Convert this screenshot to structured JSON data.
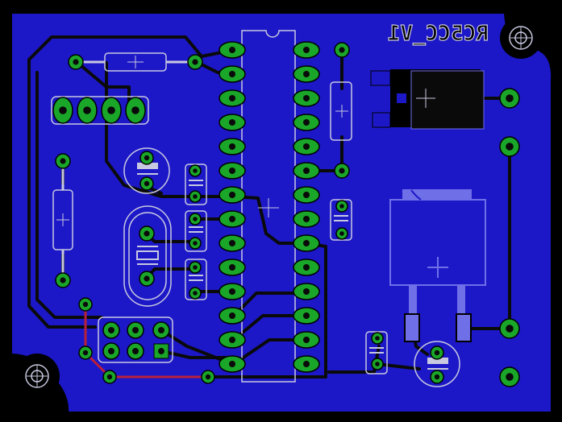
{
  "board": {
    "title": "RC5CC_V1",
    "colors": {
      "background": "#000000",
      "copper_fill": "#1c18c8",
      "trace": "#0a0a0a",
      "pad": "#1aa628",
      "pad_hole": "#0a0a0a",
      "silkscreen": "#c8c8e0",
      "jumper": "#b8203a",
      "outline_component": "#6f6fe8"
    },
    "icons": {
      "mounting_hole": "crosshair-circle",
      "capacitor": "polarized-cap",
      "resistor": "axial-resistor",
      "crystal": "hc49-crystal",
      "regulator": "to220",
      "ic": "dip28"
    }
  }
}
